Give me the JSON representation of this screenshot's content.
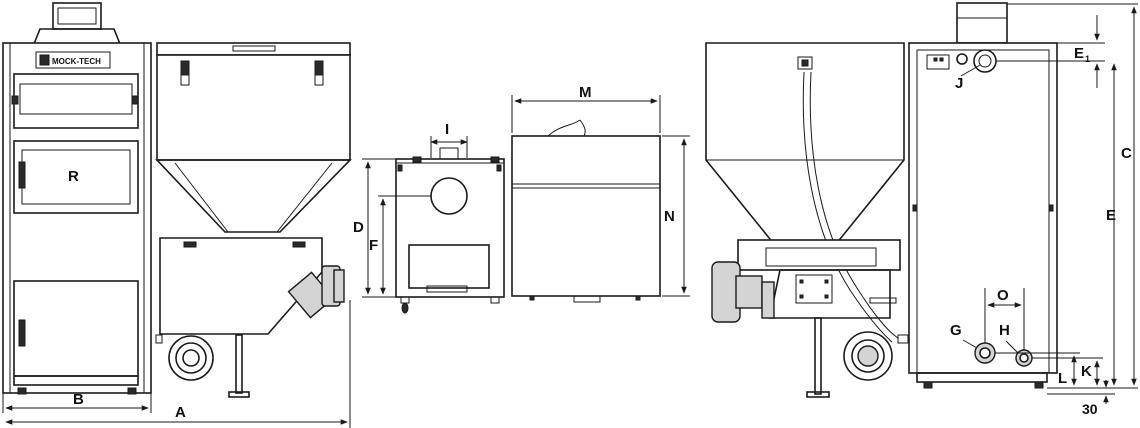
{
  "brand": "MOCK-TECH",
  "labels": {
    "A": "A",
    "B": "B",
    "C": "C",
    "D": "D",
    "E": "E",
    "E1": "E",
    "E1_sub": "1",
    "F": "F",
    "G": "G",
    "H": "H",
    "I": "I",
    "J": "J",
    "K": "K",
    "L": "L",
    "M": "M",
    "N": "N",
    "O": "O",
    "R": "R",
    "dim_30": "30"
  }
}
